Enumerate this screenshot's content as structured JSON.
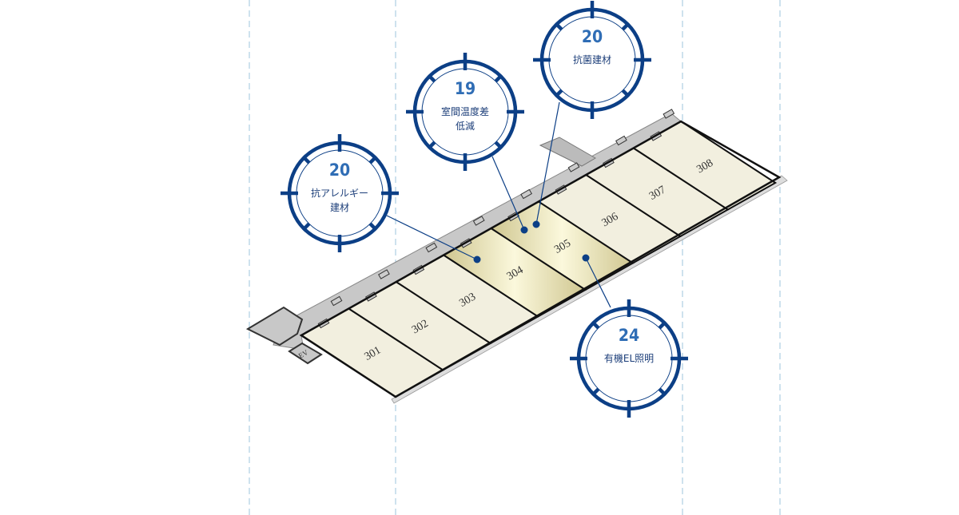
{
  "colors": {
    "ring": "#0c3f86",
    "number": "#2f6db5",
    "label": "#1d3f7a",
    "guide": "#9cc6dd",
    "room": "#f2efdf",
    "room_highlight": "#efe8b8",
    "corridor": "#c8c8c8"
  },
  "floor": {
    "rooms": [
      "301",
      "302",
      "303",
      "304",
      "305",
      "306",
      "307",
      "308"
    ],
    "highlighted_rooms": [
      "304",
      "305"
    ],
    "ev_label": "EV"
  },
  "callouts": [
    {
      "id": "anti-allergy",
      "number": "20",
      "lines": [
        "抗アレルギー",
        "建材"
      ],
      "room": "304"
    },
    {
      "id": "temperature",
      "number": "19",
      "lines": [
        "室間温度差",
        "低減"
      ],
      "room": "305"
    },
    {
      "id": "antibacterial",
      "number": "20",
      "lines": [
        "抗菌建材"
      ],
      "room": "305"
    },
    {
      "id": "organic-el",
      "number": "24",
      "lines": [
        "有機EL照明"
      ],
      "room": "305"
    }
  ]
}
